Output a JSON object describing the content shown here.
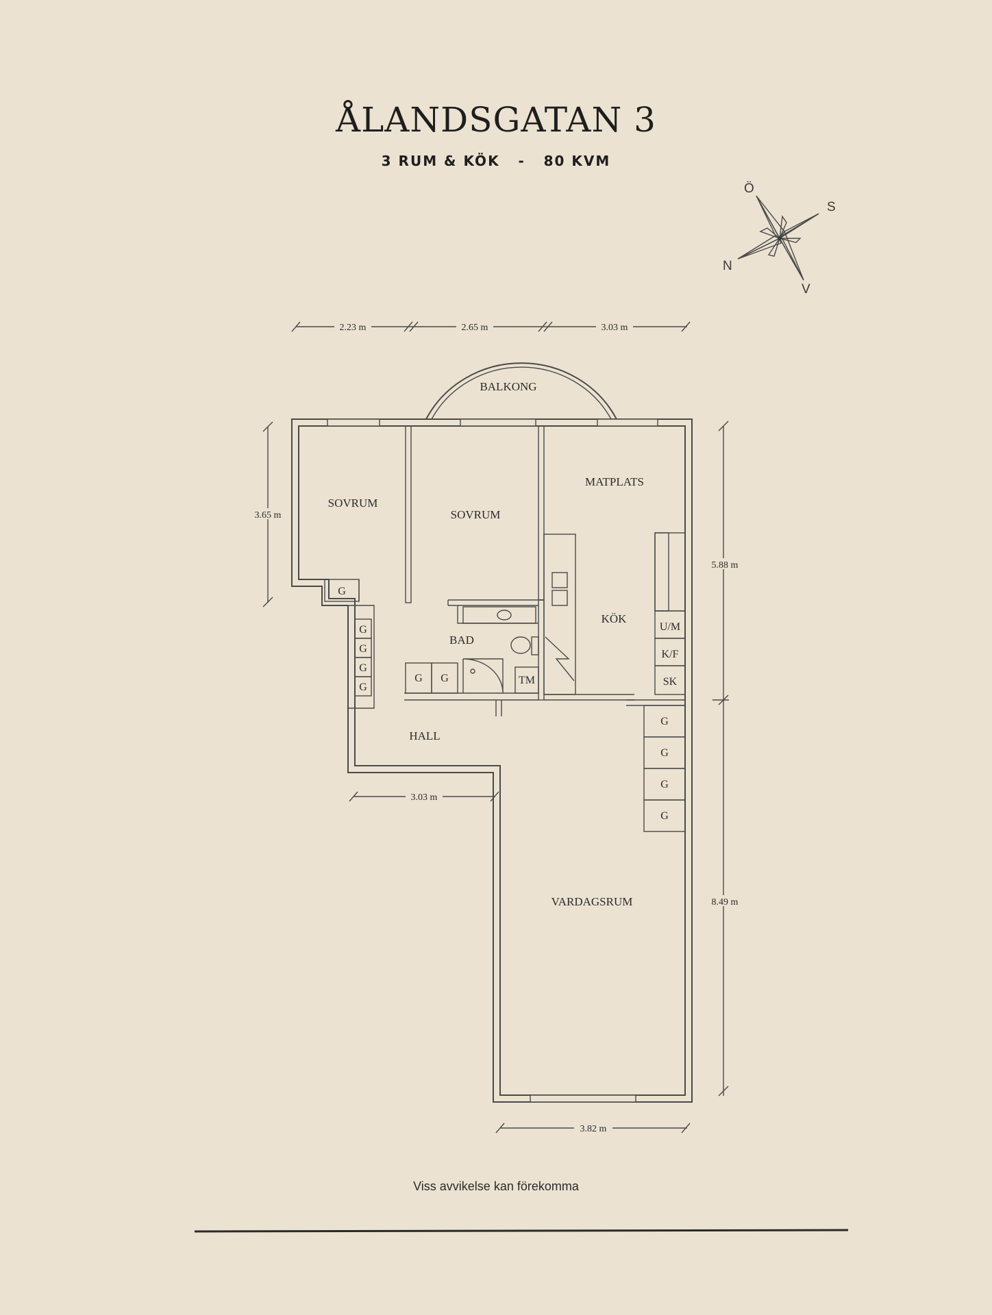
{
  "header": {
    "title": "ÅLANDSGATAN 3",
    "subtitle": "3 RUM & KÖK   -   80 KVM"
  },
  "compass": {
    "north": "N",
    "south": "S",
    "east": "Ö",
    "west": "V"
  },
  "rooms": {
    "balcony": "BALKONG",
    "bedroom1": "SOVRUM",
    "bedroom2": "SOVRUM",
    "dining": "MATPLATS",
    "kitchen": "KÖK",
    "bathroom": "BAD",
    "hall": "HALL",
    "living": "VARDAGSRUM"
  },
  "fixtures": {
    "wardrobe": "G",
    "washer": "TM",
    "oven": "U/M",
    "fridge": "K/F",
    "pantry": "SK"
  },
  "dimensions": {
    "top1": "2.23 m",
    "top2": "2.65 m",
    "top3": "3.03 m",
    "left": "3.65 m",
    "right_upper": "5.88 m",
    "right_lower": "8.49 m",
    "hall_width": "3.03 m",
    "bottom": "3.82 m"
  },
  "footer": {
    "disclaimer": "Viss avvikelse kan förekomma"
  },
  "colors": {
    "background": "#ebe2d1",
    "line": "#4a4a4a",
    "text": "#2b2b2b"
  }
}
